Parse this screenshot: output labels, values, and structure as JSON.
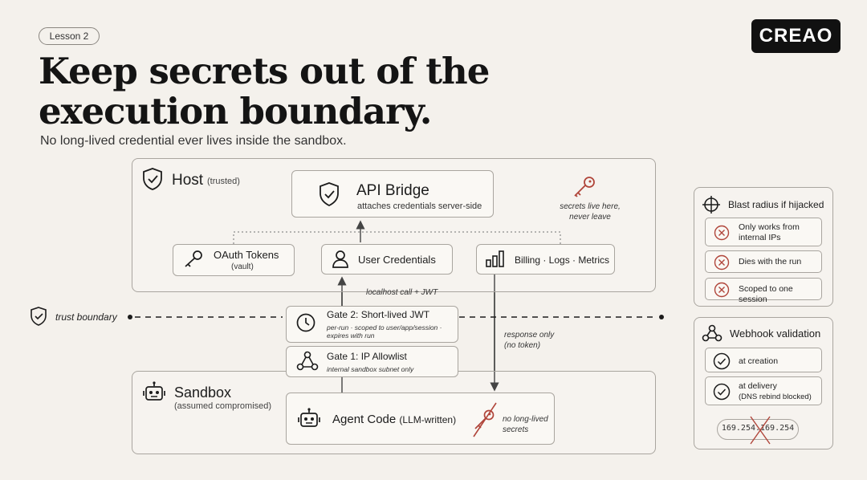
{
  "header": {
    "lesson": "Lesson 2",
    "logo": "CREAO",
    "title_line1": "Keep secrets out of the",
    "title_line2": "execution boundary.",
    "subtitle": "No long-lived credential ever lives inside the sandbox."
  },
  "host": {
    "title": "Host",
    "qualifier": "(trusted)",
    "icon": "shield-check-icon",
    "api_bridge": {
      "title": "API Bridge",
      "desc": "attaches credentials server-side",
      "icon": "shield-check-icon"
    },
    "secrets_note": {
      "line1": "secrets live here,",
      "line2": "never leave",
      "icon": "key-icon"
    },
    "oauth": {
      "title": "OAuth Tokens",
      "sub": "(vault)",
      "icon": "key-icon"
    },
    "user_creds": {
      "title": "User Credentials",
      "icon": "user-icon"
    },
    "billing": {
      "title": "Billing · Logs · Metrics",
      "icon": "bar-chart-icon"
    }
  },
  "flow": {
    "localhost_label": "localhost call + JWT",
    "response_line1": "response only",
    "response_line2": "(no token)",
    "trust_boundary": "trust boundary"
  },
  "gates": {
    "gate2": {
      "title": "Gate 2: Short-lived JWT",
      "desc1": "per-run · scoped to user/app/session ·",
      "desc2": "expires with run",
      "icon": "clock-icon"
    },
    "gate1": {
      "title": "Gate 1: IP Allowlist",
      "desc": "internal sandbox subnet only",
      "icon": "network-icon"
    }
  },
  "sandbox": {
    "title": "Sandbox",
    "qualifier": "(assumed compromised)",
    "icon": "robot-icon",
    "agent": {
      "title": "Agent Code",
      "suffix": "(LLM-written)",
      "icon": "robot-icon"
    },
    "no_secrets": {
      "line1": "no long-lived",
      "line2": "secrets",
      "icon": "key-crossed-icon"
    }
  },
  "blast_radius": {
    "title": "Blast radius if hijacked",
    "icon": "crosshair-icon",
    "items": [
      {
        "line1": "Only works from",
        "line2": "internal IPs"
      },
      {
        "line1": "Dies with the run",
        "line2": ""
      },
      {
        "line1": "Scoped to one session",
        "line2": ""
      }
    ]
  },
  "webhook": {
    "title": "Webhook validation",
    "icon": "webhook-icon",
    "items": [
      {
        "line1": "at creation",
        "line2": ""
      },
      {
        "line1": "at delivery",
        "line2": "(DNS rebind blocked)"
      }
    ],
    "ip": "169.254.169.254"
  },
  "colors": {
    "accent_red": "#b0453a",
    "ink": "#1c1c1c",
    "border": "#a9a59f",
    "background": "#f4f1ec"
  }
}
